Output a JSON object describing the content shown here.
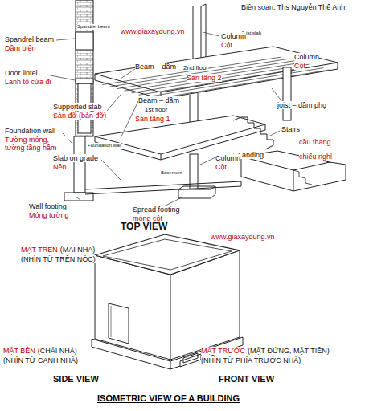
{
  "diagram": {
    "caption": "ISOMETRIC VIEW OF A BUILDING",
    "labels": [
      "Biên soạn: Ths Nguyễn Thế Anh",
      "www.giaxaydung.vn",
      "Spandrel beam",
      "Dầm biên",
      "Spandrel beam",
      "Door lintel",
      "Lanh tô cửa đi",
      "Supported slab",
      "Sàn đỡ (bản đỡ)",
      "Foundation wall",
      "Tường móng, tường tầng hầm",
      "Foundation wall",
      "Slab on grade",
      "Nền",
      "Wall footing",
      "Móng tường",
      "Spread footing",
      "móng cột",
      "Basement",
      "Joist slab",
      "Column",
      "Cột",
      "Column",
      "Cột",
      "Beam – dầm",
      "2nd floor",
      "Sàn tầng 2",
      "joist – dầm phụ",
      "Beam – dầm",
      "1st floor",
      "Sàn tầng 1",
      "Stairs",
      "cầu thang",
      "Landing",
      "chiếu nghỉ",
      "Column",
      "Cột",
      "TOP VIEW",
      "www.giaxaydung.vn",
      "MẶT TRÊN",
      "(MÁI NHÀ)",
      "(NHÌN TỪ TRÊN NÓC)",
      "MẶT BÊN",
      "(CHÁI NHÀ)",
      "(NHÌN TỪ CẠNH NHÀ)",
      "SIDE VIEW",
      "MẶT TRƯỚC",
      "(MẶT ĐỨNG, MẶT TIỀN)",
      "(NHÌN TỪ PHÍA TRƯỚC NHÀ)",
      "FRONT VIEW"
    ]
  }
}
